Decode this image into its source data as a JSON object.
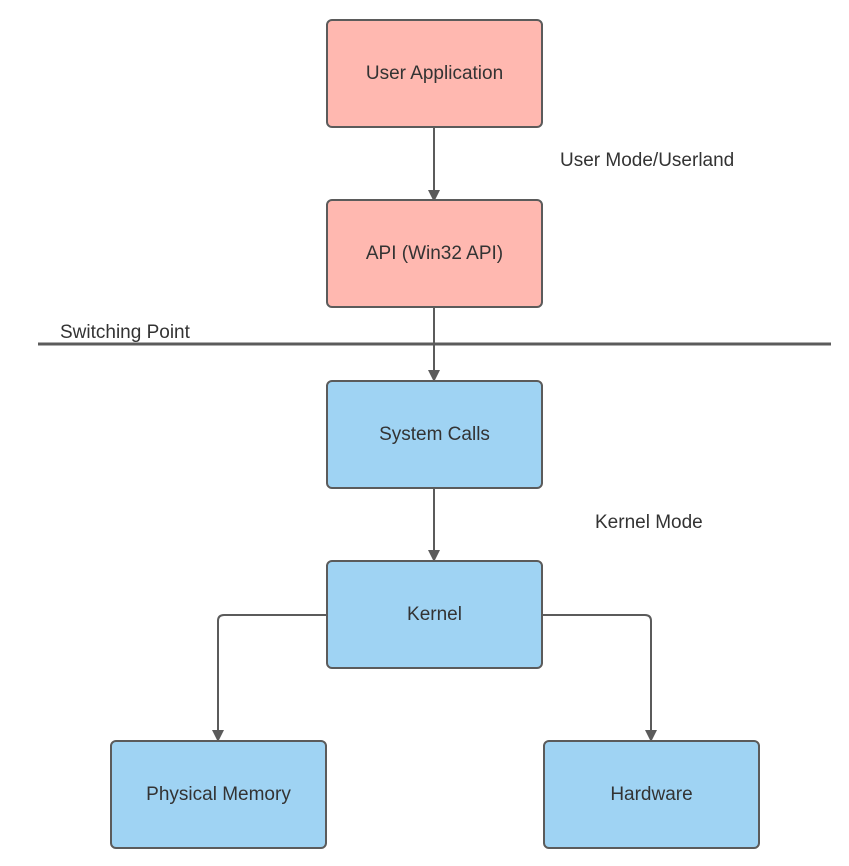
{
  "colors": {
    "user_mode_fill": "#ffb8b0",
    "kernel_mode_fill": "#9fd3f3",
    "line": "#5b5b5b"
  },
  "nodes": {
    "user_application": "User Application",
    "api": "API (Win32 API)",
    "system_calls": "System Calls",
    "kernel": "Kernel",
    "physical_memory": "Physical Memory",
    "hardware": "Hardware"
  },
  "labels": {
    "user_mode": "User Mode/Userland",
    "switching_point": "Switching Point",
    "kernel_mode": "Kernel Mode"
  }
}
